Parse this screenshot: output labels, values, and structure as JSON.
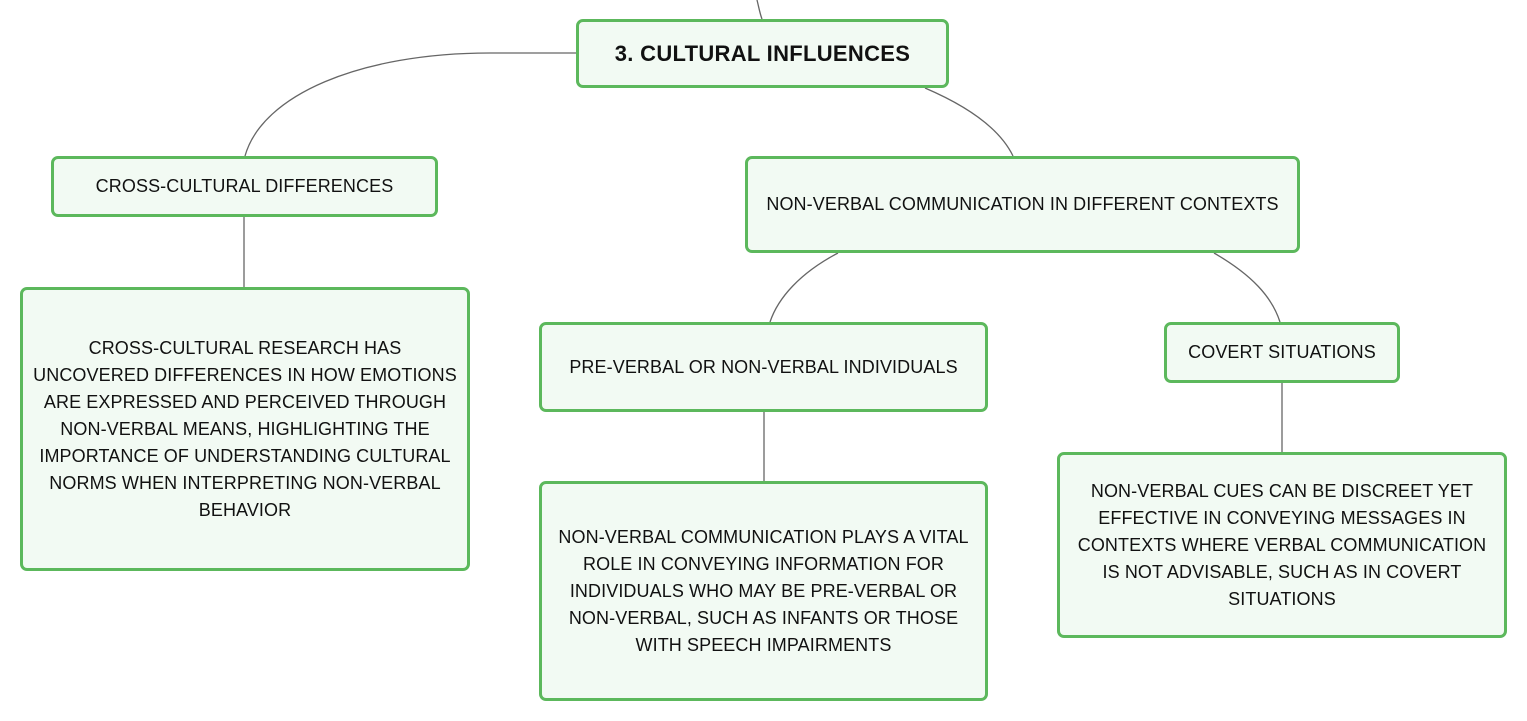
{
  "diagram": {
    "root": {
      "label": "3. CULTURAL INFLUENCES"
    },
    "cross_cultural": {
      "label": "CROSS-CULTURAL DIFFERENCES",
      "description": "CROSS-CULTURAL RESEARCH HAS UNCOVERED DIFFERENCES IN HOW EMOTIONS ARE EXPRESSED AND PERCEIVED THROUGH NON-VERBAL MEANS, HIGHLIGHTING THE IMPORTANCE OF UNDERSTANDING CULTURAL NORMS WHEN INTERPRETING NON-VERBAL BEHAVIOR"
    },
    "contexts": {
      "label": "NON-VERBAL COMMUNICATION IN DIFFERENT CONTEXTS",
      "pre_verbal": {
        "label": "PRE-VERBAL OR NON-VERBAL INDIVIDUALS",
        "description": "NON-VERBAL COMMUNICATION PLAYS A VITAL ROLE IN CONVEYING INFORMATION FOR INDIVIDUALS WHO MAY BE PRE-VERBAL OR NON-VERBAL, SUCH AS INFANTS OR THOSE WITH SPEECH IMPAIRMENTS"
      },
      "covert": {
        "label": "COVERT SITUATIONS",
        "description": "NON-VERBAL CUES CAN BE DISCREET YET EFFECTIVE IN CONVEYING MESSAGES IN CONTEXTS WHERE VERBAL COMMUNICATION IS NOT ADVISABLE, SUCH AS IN COVERT SITUATIONS"
      }
    }
  },
  "colors": {
    "node_border": "#5cb85c",
    "node_fill": "#f2faf3",
    "connector": "#666666"
  }
}
